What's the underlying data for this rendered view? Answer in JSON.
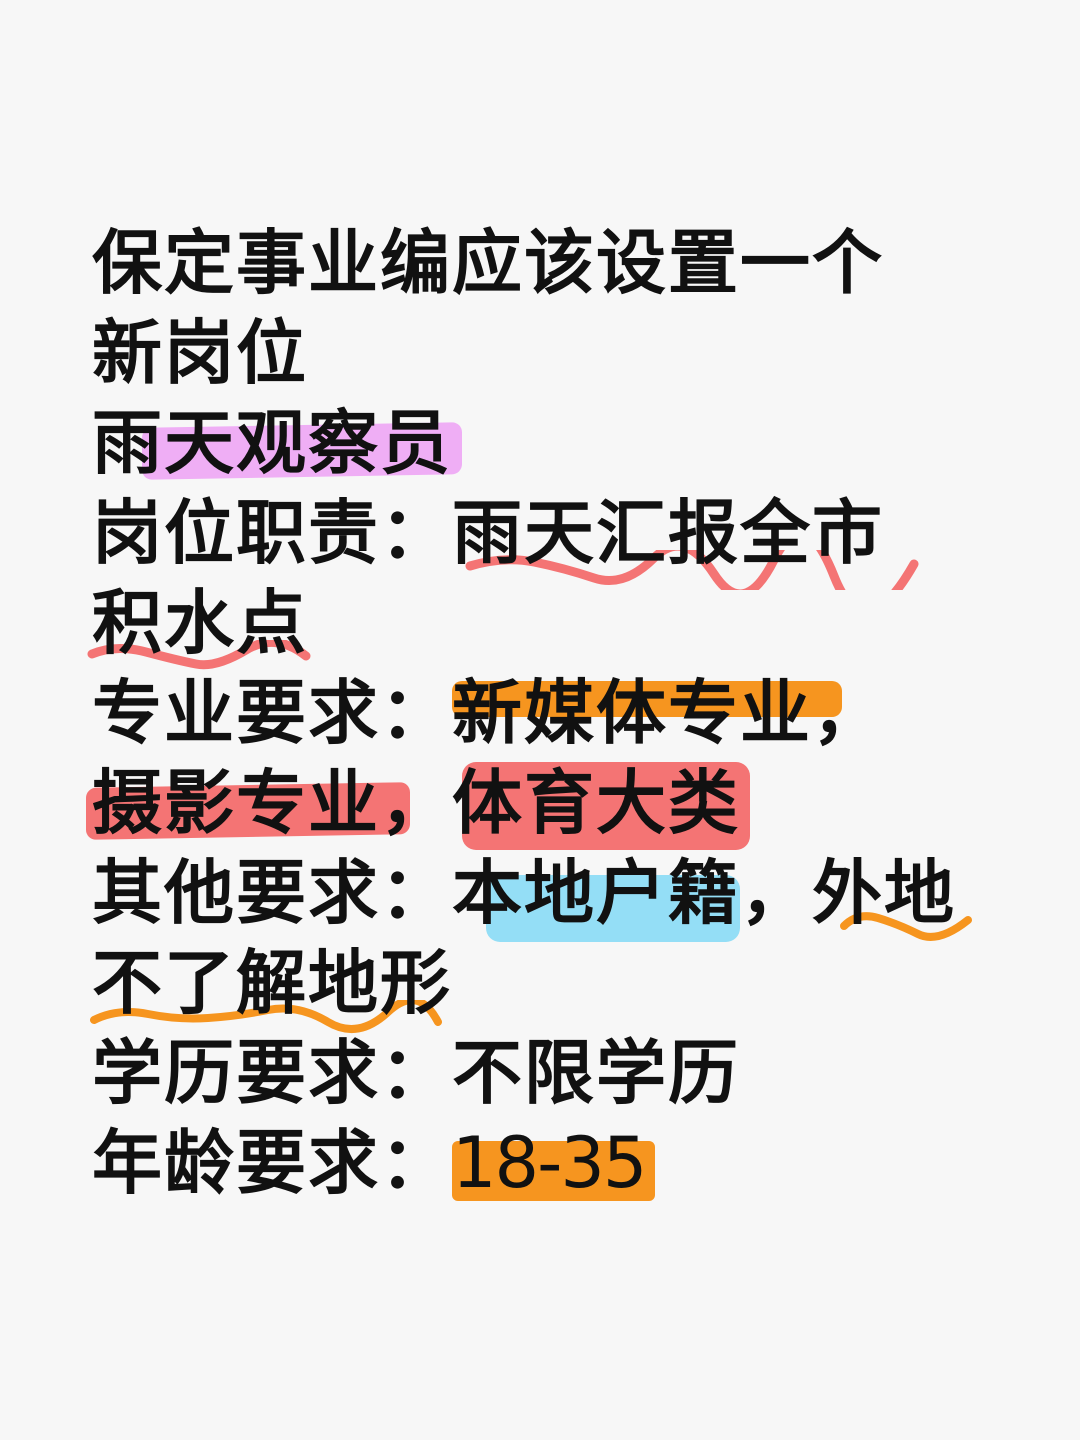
{
  "title": {
    "line1": "保定事业编应该设置一个",
    "line2": "新岗位",
    "line3": "雨天观察员"
  },
  "fields": {
    "duty": {
      "label": "岗位职责：",
      "value_part1": "雨天汇报全市",
      "value_part2": "积水点"
    },
    "major": {
      "label": "专业要求：",
      "value1": "新媒体专业",
      "sep1": "，",
      "value2": "摄影专业",
      "sep2": "，",
      "value3": "体育大类"
    },
    "other": {
      "label": "其他要求：",
      "value1": "本地户籍",
      "sep": "，",
      "value2_part1": "外地",
      "value2_part2": "不了解地形"
    },
    "education": {
      "label": "学历要求：",
      "value": "不限学历"
    },
    "age": {
      "label": "年龄要求：",
      "value": "18-35"
    }
  },
  "colors": {
    "background": "#f7f7f7",
    "text": "#111111",
    "purple_highlight": "#efaef5",
    "red_highlight": "#f47474",
    "orange_highlight": "#f6951f",
    "blue_highlight": "#94def6"
  }
}
